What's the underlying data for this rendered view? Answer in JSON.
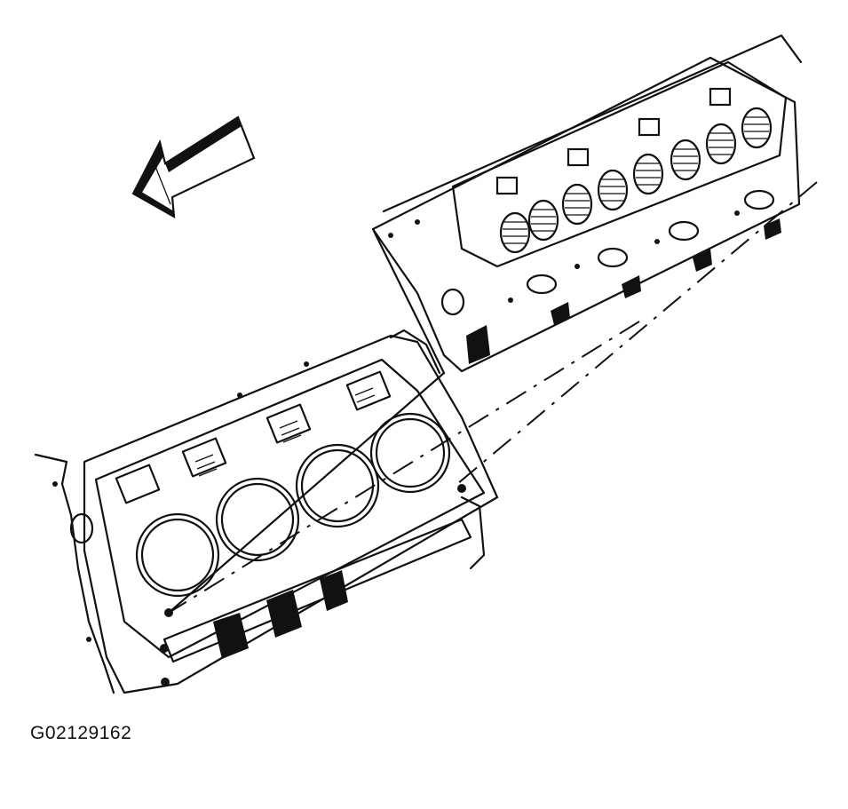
{
  "figure": {
    "id_label": "G02129162"
  },
  "parts": [
    {
      "name": "direction-arrow",
      "icon": "front-direction-arrow-icon"
    },
    {
      "name": "cylinder-head"
    },
    {
      "name": "engine-block-with-head-gasket"
    },
    {
      "name": "alignment-dash-lines"
    }
  ]
}
